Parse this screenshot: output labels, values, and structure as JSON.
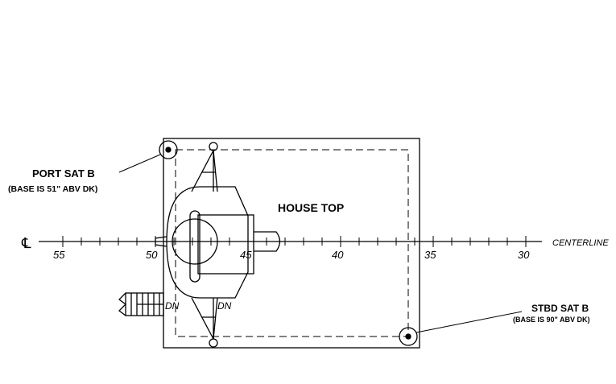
{
  "drawing": {
    "house_top_label": "HOUSE TOP",
    "port_sat": {
      "title": "PORT SAT B",
      "note": "(BASE IS 51\" ABV DK)"
    },
    "stbd_sat": {
      "title": "STBD SAT B",
      "note": "(BASE IS 90\" ABV DK)"
    },
    "centerline_symbol": "℄",
    "centerline_label": "CENTERLINE",
    "frame_numbers": [
      "55",
      "50",
      "45",
      "40",
      "35",
      "30"
    ],
    "stair_labels": [
      "DN",
      "DN"
    ]
  }
}
